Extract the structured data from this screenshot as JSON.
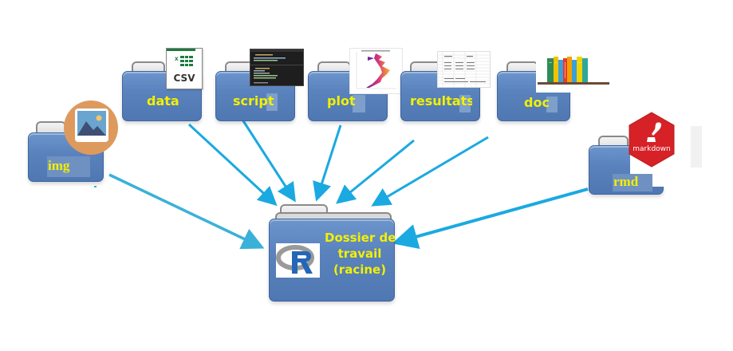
{
  "diagram": {
    "title": "",
    "root_folder": {
      "label_lines": [
        "Dossier de",
        "travail",
        "(racine)"
      ],
      "icon": "r-logo-icon"
    },
    "folders": [
      {
        "id": "img",
        "label": "img",
        "icon": "image-icon",
        "icon_bg": "#de9a5d"
      },
      {
        "id": "data",
        "label": "data",
        "icon": "csv-file-icon",
        "icon_text": "CSV",
        "icon_sub": "X"
      },
      {
        "id": "script",
        "label": "script",
        "icon": "code-editor-icon"
      },
      {
        "id": "plot",
        "label": "plot",
        "icon": "ridgeline-plot-icon"
      },
      {
        "id": "resultats",
        "label": "resultats",
        "icon": "spreadsheet-icon"
      },
      {
        "id": "doc",
        "label": "doc",
        "icon": "bookshelf-icon"
      },
      {
        "id": "rmd",
        "label": "rmd",
        "icon": "markdown-icon",
        "icon_text": "markdown"
      }
    ],
    "edges": [
      {
        "from": "img",
        "to": "root"
      },
      {
        "from": "data",
        "to": "root"
      },
      {
        "from": "script",
        "to": "root"
      },
      {
        "from": "plot",
        "to": "root"
      },
      {
        "from": "resultats",
        "to": "root"
      },
      {
        "from": "doc",
        "to": "root"
      },
      {
        "from": "rmd",
        "to": "root"
      }
    ],
    "colors": {
      "folder": "#5a82bd",
      "label": "#f3f000",
      "arrow": "#1ba9e1",
      "arrow_img": "#3ab1d8",
      "markdown": "#d62127"
    }
  }
}
